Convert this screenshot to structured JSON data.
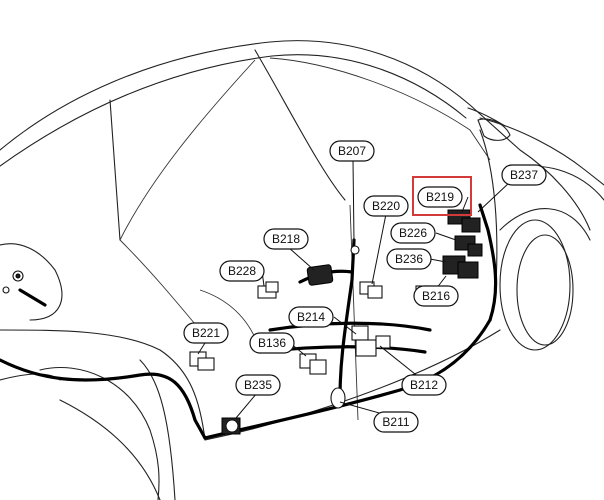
{
  "highlight_color": "#d43a3a",
  "highlighted_label": "B219",
  "labels": [
    "B207",
    "B219",
    "B237",
    "B220",
    "B226",
    "B218",
    "B236",
    "B228",
    "B216",
    "B214",
    "B221",
    "B136",
    "B212",
    "B235",
    "B211"
  ]
}
